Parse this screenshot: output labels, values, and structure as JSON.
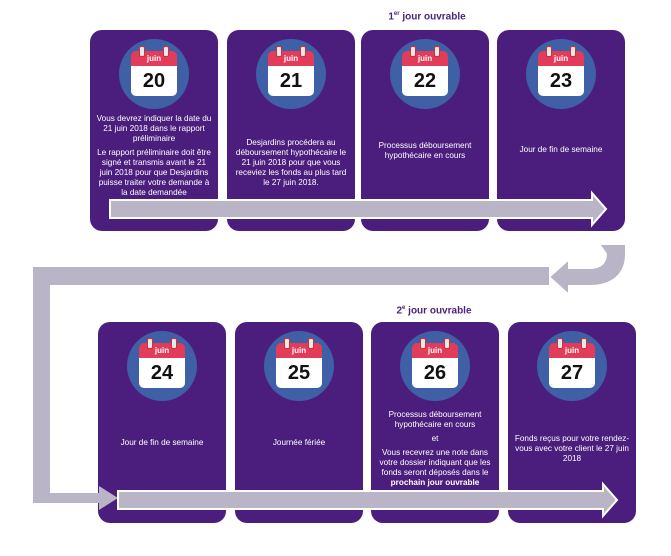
{
  "colors": {
    "card": "#4b1d7d",
    "circle": "#3f5fa6",
    "calendar_head": "#e23c5a",
    "arrow": "#b9b4c6",
    "label": "#4b2479"
  },
  "labels": {
    "first": {
      "super": "er",
      "pre": "1",
      "post": " jour ouvrable"
    },
    "second": {
      "super": "e",
      "pre": "2",
      "post": " jour ouvrable"
    }
  },
  "row1": [
    {
      "month": "juin",
      "day": "20",
      "text1": "Vous devrez indiquer la date du 21 juin 2018 dans le rapport préliminaire",
      "text2": "Le rapport préliminaire doit être signé et transmis avant le 21 juin 2018 pour que Desjardins puisse traiter votre demande à la date demandée"
    },
    {
      "month": "juin",
      "day": "21",
      "text1": "Desjardins procédera au déboursement hypothécaire le 21 juin 2018 pour que vous receviez les fonds au plus tard le 27 juin 2018."
    },
    {
      "month": "juin",
      "day": "22",
      "text1": "Processus déboursement hypothécaire en cours"
    },
    {
      "month": "juin",
      "day": "23",
      "text1": "Jour de fin de semaine"
    }
  ],
  "row2": [
    {
      "month": "juin",
      "day": "24",
      "text1": "Jour de fin de semaine"
    },
    {
      "month": "juin",
      "day": "25",
      "text1": "Journée fériée"
    },
    {
      "month": "juin",
      "day": "26",
      "text1": "Processus déboursement hypothécaire en cours",
      "text2": "et",
      "text3_pre": "Vous recevrez une note dans votre dossier indiquant que les fonds seront déposés dans le ",
      "text3_bold": "prochain jour ouvrable"
    },
    {
      "month": "juin",
      "day": "27",
      "text1": "Fonds reçus pour votre rendez-vous avec votre client le 27 juin 2018"
    }
  ]
}
